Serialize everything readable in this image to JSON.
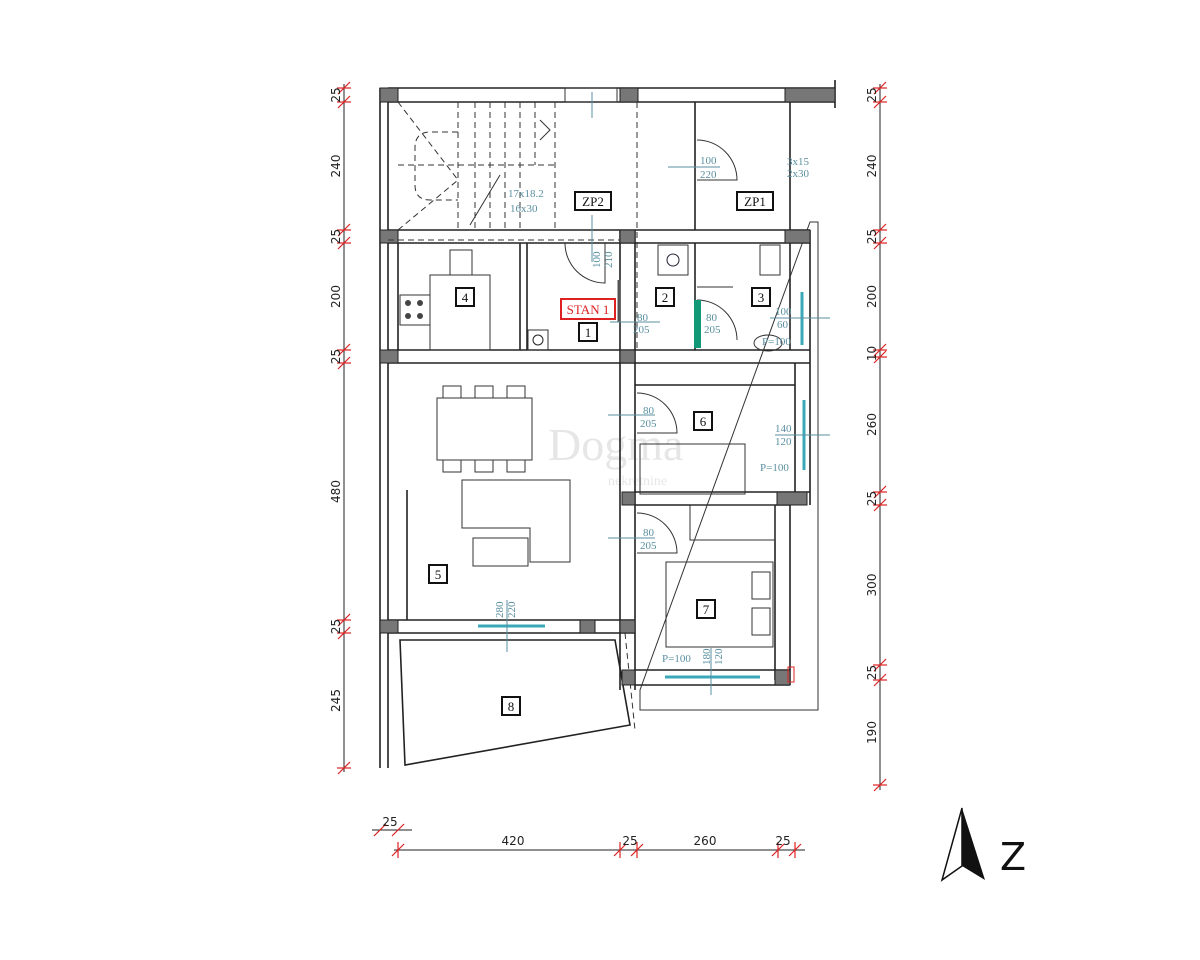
{
  "plan": {
    "apartment_label": "STAN 1",
    "rooms": [
      "1",
      "2",
      "3",
      "4",
      "5",
      "6",
      "7",
      "8",
      "ZP1",
      "ZP2"
    ],
    "stair_note": [
      "17x18.2",
      "16x30"
    ],
    "stair_note_zp1": [
      "3x15",
      "2x30"
    ],
    "openings": {
      "door_zp1": [
        "100",
        "220"
      ],
      "door_entry": [
        "100",
        "210"
      ],
      "door_1": [
        "80",
        "205"
      ],
      "door_2": [
        "80",
        "205"
      ],
      "win_3": [
        "100",
        "60"
      ],
      "sill_3": "P=100",
      "door_6": [
        "80",
        "205"
      ],
      "win_6": [
        "140",
        "120"
      ],
      "sill_6": "P=100",
      "door_7": [
        "80",
        "205"
      ],
      "win_7": [
        "180",
        "120"
      ],
      "sill_7": "P=100",
      "door_5": [
        "280",
        "220"
      ]
    },
    "accent_colors": {
      "apartment_label": "#d22222",
      "door_highlight": "#119977",
      "annotation": "#5a8fa0"
    }
  },
  "dimensions": {
    "left": [
      "25",
      "240",
      "25",
      "200",
      "25",
      "480",
      "25",
      "245"
    ],
    "right": [
      "25",
      "240",
      "25",
      "200",
      "10",
      "260",
      "25",
      "300",
      "25",
      "190"
    ],
    "bottom": [
      "25",
      "420",
      "25",
      "260",
      "25"
    ]
  },
  "watermark": {
    "text": "Dogma",
    "subtext": "nekretnine"
  },
  "north": {
    "label": "Z"
  }
}
